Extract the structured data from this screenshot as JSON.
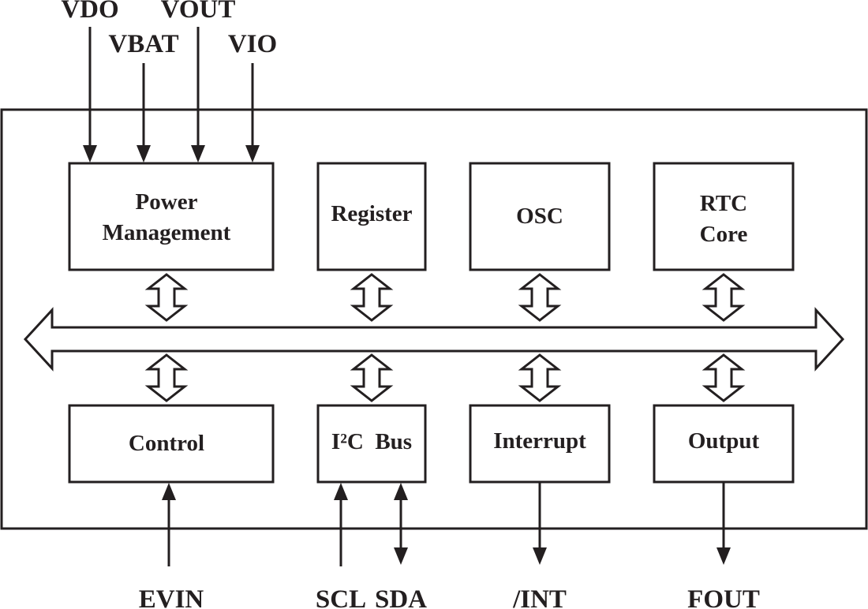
{
  "pins_top": {
    "vdo": "VDO",
    "vbat": "VBAT",
    "vout": "VOUT",
    "vio": "VIO"
  },
  "pins_bottom": {
    "evin": "EVIN",
    "scl": "SCL",
    "sda": "SDA",
    "int": "/INT",
    "fout": "FOUT"
  },
  "blocks": {
    "power_line1": "Power",
    "power_line2": "Management",
    "register": "Register",
    "osc": "OSC",
    "rtc_line1": "RTC",
    "rtc_line2": "Core",
    "control": "Control",
    "i2c": "I²C  Bus",
    "interrupt": "Interrupt",
    "output": "Output"
  },
  "colors": {
    "stroke": "#231f20",
    "background": "#ffffff"
  }
}
